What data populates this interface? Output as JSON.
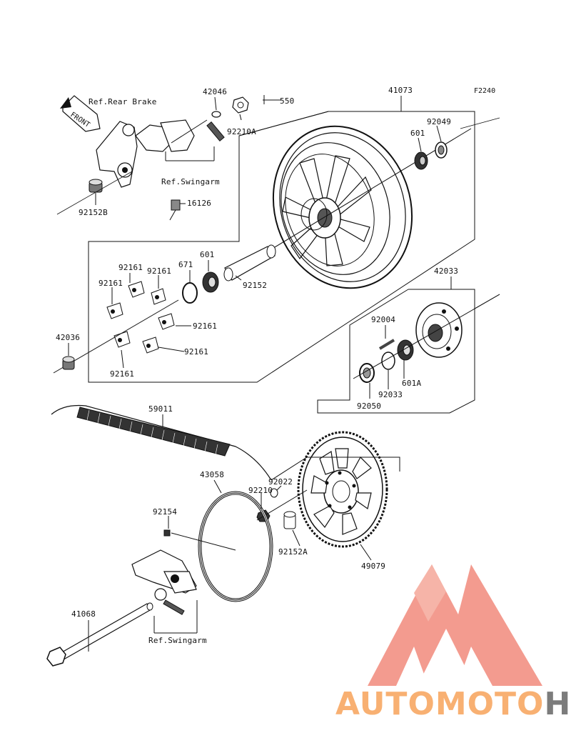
{
  "diagram": {
    "figure_code": "F2240",
    "front_arrow": "FRONT",
    "labels": {
      "ref_rear_brake": "Ref.Rear Brake",
      "ref_swingarm_top": "Ref.Swingarm",
      "ref_swingarm_bottom": "Ref.Swingarm",
      "p42046": "42046",
      "p550": "550",
      "p41073": "41073",
      "p92210A": "92210A",
      "p92049": "92049",
      "p601_top": "601",
      "p92152B": "92152B",
      "p16126": "16126",
      "p92161_a": "92161",
      "p92161_b": "92161",
      "p92161_c": "92161",
      "p92161_d": "92161",
      "p92161_e": "92161",
      "p92161_f": "92161",
      "p671": "671",
      "p601_mid": "601",
      "p92152": "92152",
      "p42033": "42033",
      "p42036": "42036",
      "p92004": "92004",
      "p601A": "601A",
      "p92033": "92033",
      "p92050": "92050",
      "p59011": "59011",
      "p43058": "43058",
      "p92022": "92022",
      "p92210": "92210",
      "p92154": "92154",
      "p92152A": "92152A",
      "p49079": "49079",
      "p41068": "41068"
    }
  },
  "watermark": {
    "brand_part1": "AUTOMOTO",
    "brand_part2": "HUB",
    "colors": {
      "logo": "#f08070",
      "brand_orange": "#f7a35a",
      "brand_red": "#f07a7a",
      "brand_gray": "#6e6e6e"
    }
  }
}
